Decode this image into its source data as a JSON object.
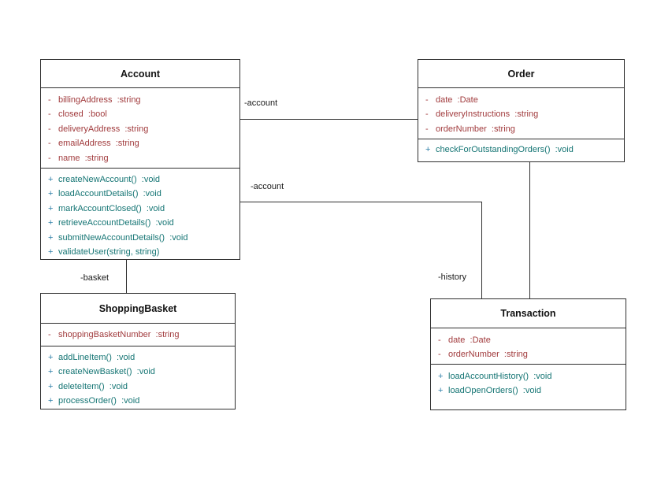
{
  "diagram_title": "UML class diagram",
  "colors": {
    "attribute_text": "#A13B3D",
    "method_text": "#157574",
    "plus_marker": "#2E7FA8",
    "border": "#2F2F2F",
    "label_text": "#1A1A1A",
    "background": "#FFFFFF"
  },
  "classes": {
    "account": {
      "name": "Account",
      "attributes": [
        {
          "vis": "-",
          "label": "billingAddress  :string"
        },
        {
          "vis": "-",
          "label": "closed  :bool"
        },
        {
          "vis": "-",
          "label": "deliveryAddress  :string"
        },
        {
          "vis": "-",
          "label": "emailAddress  :string"
        },
        {
          "vis": "-",
          "label": "name  :string"
        }
      ],
      "methods": [
        {
          "vis": "+",
          "label": "createNewAccount()  :void"
        },
        {
          "vis": "+",
          "label": "loadAccountDetails()  :void"
        },
        {
          "vis": "+",
          "label": "markAccountClosed()  :void"
        },
        {
          "vis": "+",
          "label": "retrieveAccountDetails()  :void"
        },
        {
          "vis": "+",
          "label": "submitNewAccountDetails()  :void"
        },
        {
          "vis": "+",
          "label": "validateUser(string, string)"
        }
      ]
    },
    "order": {
      "name": "Order",
      "attributes": [
        {
          "vis": "-",
          "label": "date  :Date"
        },
        {
          "vis": "-",
          "label": "deliveryInstructions  :string"
        },
        {
          "vis": "-",
          "label": "orderNumber  :string"
        }
      ],
      "methods": [
        {
          "vis": "+",
          "label": "checkForOutstandingOrders()  :void"
        }
      ]
    },
    "shopping_basket": {
      "name": "ShoppingBasket",
      "attributes": [
        {
          "vis": "-",
          "label": "shoppingBasketNumber  :string"
        }
      ],
      "methods": [
        {
          "vis": "+",
          "label": "addLineItem()  :void"
        },
        {
          "vis": "+",
          "label": "createNewBasket()  :void"
        },
        {
          "vis": "+",
          "label": "deleteItem()  :void"
        },
        {
          "vis": "+",
          "label": "processOrder()  :void"
        }
      ]
    },
    "transaction": {
      "name": "Transaction",
      "attributes": [
        {
          "vis": "-",
          "label": "date  :Date"
        },
        {
          "vis": "-",
          "label": "orderNumber  :string"
        }
      ],
      "methods": [
        {
          "vis": "+",
          "label": "loadAccountHistory()  :void"
        },
        {
          "vis": "+",
          "label": "loadOpenOrders()  :void"
        }
      ]
    }
  },
  "labels": {
    "account_order": "-account",
    "account_transaction": "-account",
    "basket": "-basket",
    "history": "-history"
  }
}
